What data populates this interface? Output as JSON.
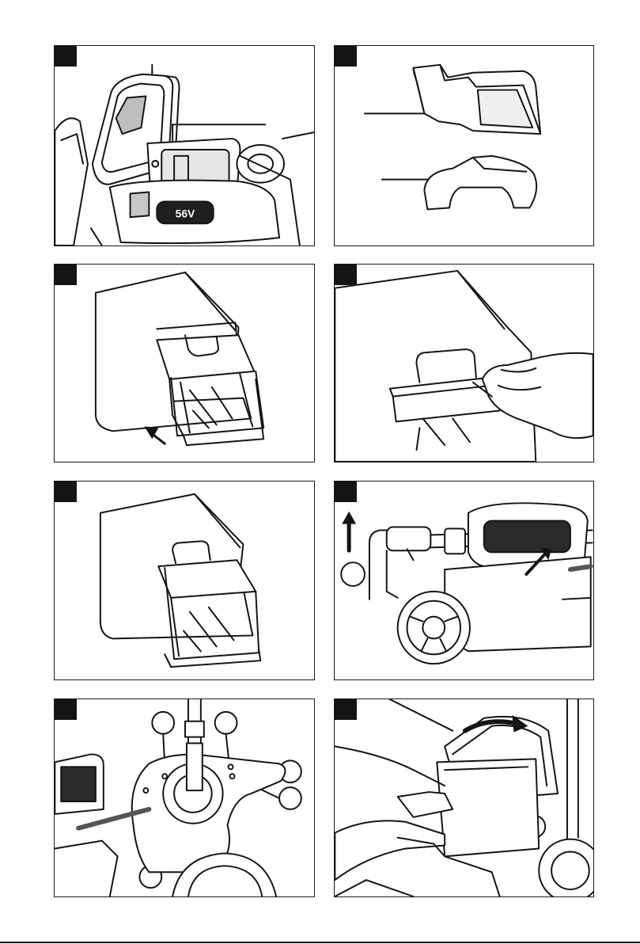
{
  "figures": [
    {
      "id": "fig-1",
      "name": "open-battery-compartment"
    },
    {
      "id": "fig-2",
      "name": "grass-bag-parts"
    },
    {
      "id": "fig-3",
      "name": "insert-frame-into-bag"
    },
    {
      "id": "fig-4",
      "name": "clip-bag-to-frame"
    },
    {
      "id": "fig-5",
      "name": "assembled-grass-bag"
    },
    {
      "id": "fig-6",
      "name": "raise-handle"
    },
    {
      "id": "fig-7",
      "name": "rear-deck-callouts"
    },
    {
      "id": "fig-8",
      "name": "attach-grass-bag"
    }
  ],
  "colors": {
    "ink": "#141414",
    "paper": "#ffffff",
    "shade": "#d9d9d9"
  }
}
